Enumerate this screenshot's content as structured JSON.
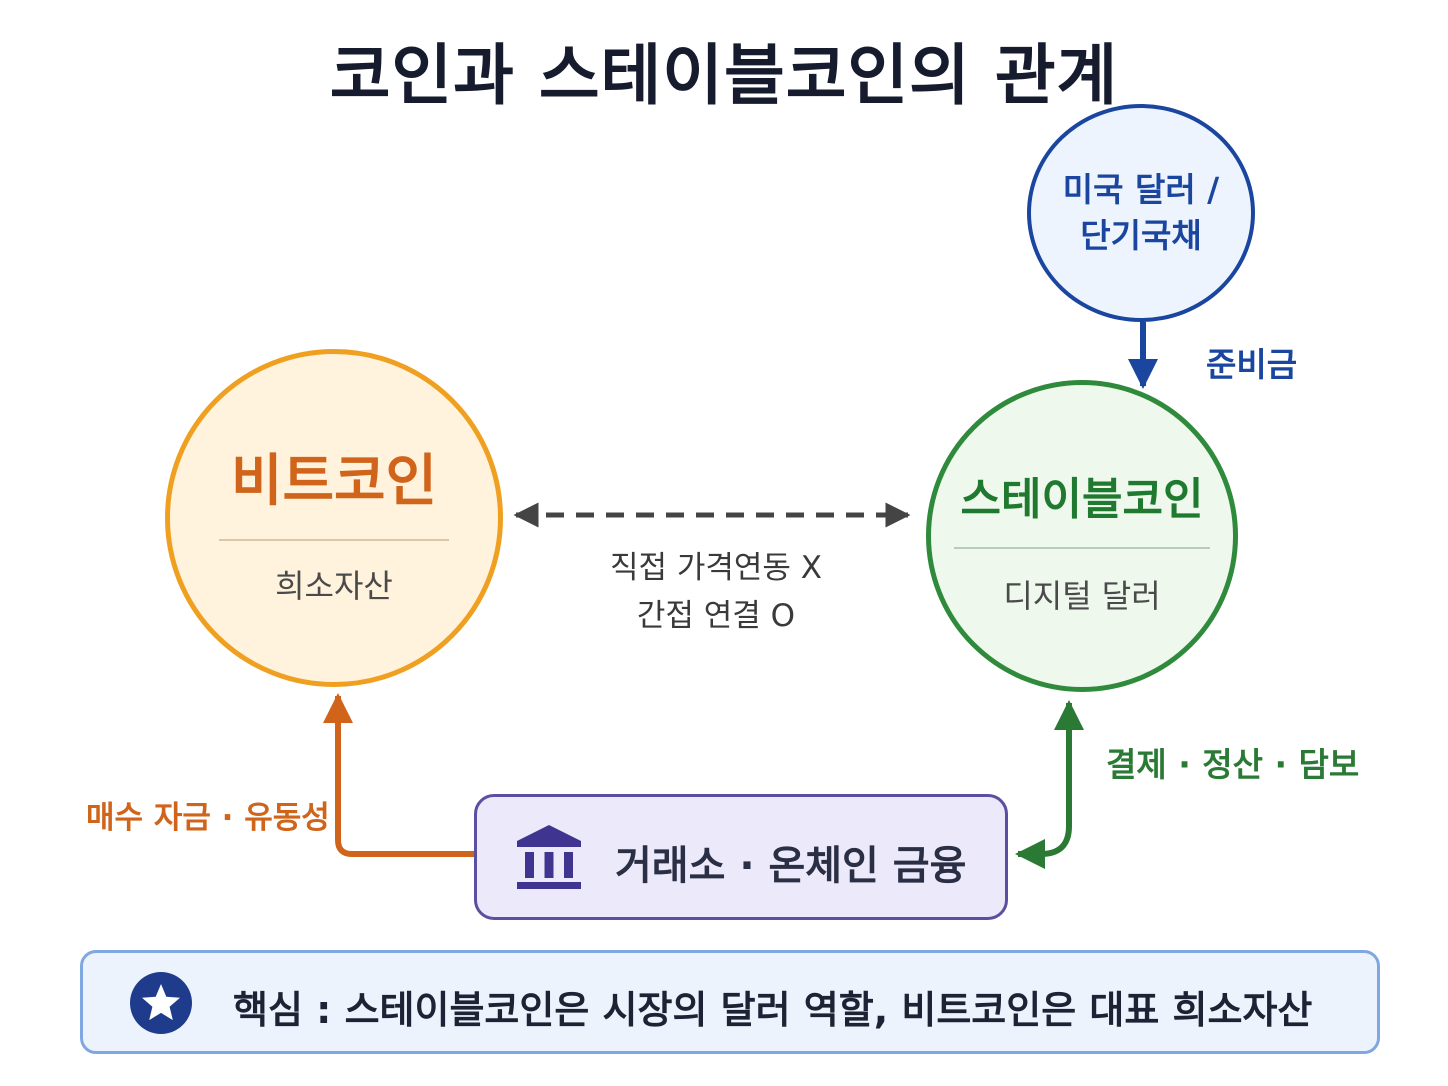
{
  "title": "코인과 스테이블코인의 관계",
  "bitcoin": {
    "name": "비트코인",
    "subtitle": "희소자산"
  },
  "stablecoin": {
    "name": "스테이블코인",
    "subtitle": "디지털 달러"
  },
  "reserve_asset": {
    "line1": "미국 달러 /",
    "line2": "단기국채"
  },
  "labels": {
    "reserve": "준비금",
    "relation_line1": "직접 가격연동 X",
    "relation_line2": "간접 연결 O",
    "stablecoin_use": "결제 · 정산 · 담보",
    "bitcoin_flow": "매수 자금 · 유동성"
  },
  "exchange": {
    "label": "거래소 · 온체인 금융",
    "icon": "bank-icon"
  },
  "key_message": {
    "icon": "star-icon",
    "text": "핵심 : 스테이블코인은 시장의 달러 역할, 비트코인은 대표 희소자산"
  },
  "colors": {
    "bitcoin": "#f0a020",
    "bitcoin_text": "#d0641a",
    "stablecoin": "#2f8a3c",
    "reserve": "#1a46a0",
    "exchange": "#5a4fa0",
    "key_border": "#7fa7e0"
  }
}
